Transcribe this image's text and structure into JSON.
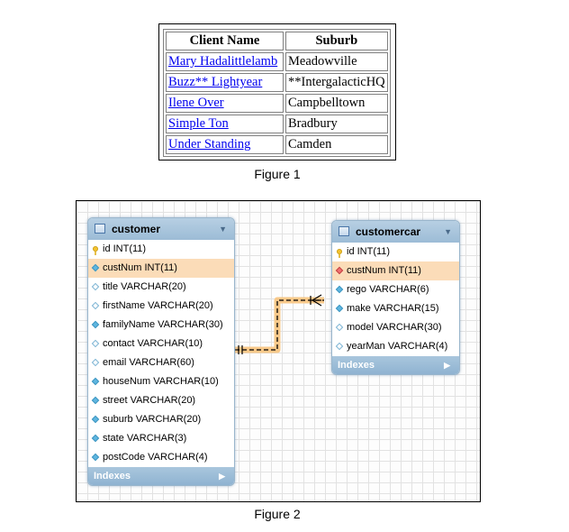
{
  "figure1": {
    "caption": "Figure 1",
    "headers": [
      "Client Name",
      "Suburb"
    ],
    "rows": [
      {
        "name": "Mary Hadalittlelamb",
        "suburb": "Meadowville"
      },
      {
        "name": "Buzz** Lightyear",
        "suburb": "**IntergalacticHQ"
      },
      {
        "name": "Ilene Over",
        "suburb": "Campbelltown"
      },
      {
        "name": "Simple Ton",
        "suburb": "Bradbury"
      },
      {
        "name": "Under Standing",
        "suburb": "Camden"
      }
    ]
  },
  "figure2": {
    "caption": "Figure 2",
    "highlight_color": "#fbdcb8",
    "relationship_color": "#f4a020",
    "customer": {
      "title": "customer",
      "footer": "Indexes",
      "columns": [
        {
          "text": "id INT(11)",
          "icon": "primary-key-icon"
        },
        {
          "text": "custNum INT(11)",
          "icon": "filled-diamond-icon"
        },
        {
          "text": "title VARCHAR(20)",
          "icon": "empty-diamond-icon"
        },
        {
          "text": "firstName VARCHAR(20)",
          "icon": "empty-diamond-icon"
        },
        {
          "text": "familyName VARCHAR(30)",
          "icon": "filled-diamond-icon"
        },
        {
          "text": "contact VARCHAR(10)",
          "icon": "empty-diamond-icon"
        },
        {
          "text": "email VARCHAR(60)",
          "icon": "empty-diamond-icon"
        },
        {
          "text": "houseNum VARCHAR(10)",
          "icon": "filled-diamond-icon"
        },
        {
          "text": "street VARCHAR(20)",
          "icon": "filled-diamond-icon"
        },
        {
          "text": "suburb VARCHAR(20)",
          "icon": "filled-diamond-icon"
        },
        {
          "text": "state VARCHAR(3)",
          "icon": "filled-diamond-icon"
        },
        {
          "text": "postCode VARCHAR(4)",
          "icon": "filled-diamond-icon"
        }
      ]
    },
    "customercar": {
      "title": "customercar",
      "footer": "Indexes",
      "columns": [
        {
          "text": "id INT(11)",
          "icon": "primary-key-icon"
        },
        {
          "text": "custNum INT(11)",
          "icon": "foreign-key-icon"
        },
        {
          "text": "rego VARCHAR(6)",
          "icon": "filled-diamond-icon"
        },
        {
          "text": "make VARCHAR(15)",
          "icon": "filled-diamond-icon"
        },
        {
          "text": "model VARCHAR(30)",
          "icon": "empty-diamond-icon"
        },
        {
          "text": "yearMan VARCHAR(4)",
          "icon": "empty-diamond-icon"
        }
      ]
    }
  }
}
